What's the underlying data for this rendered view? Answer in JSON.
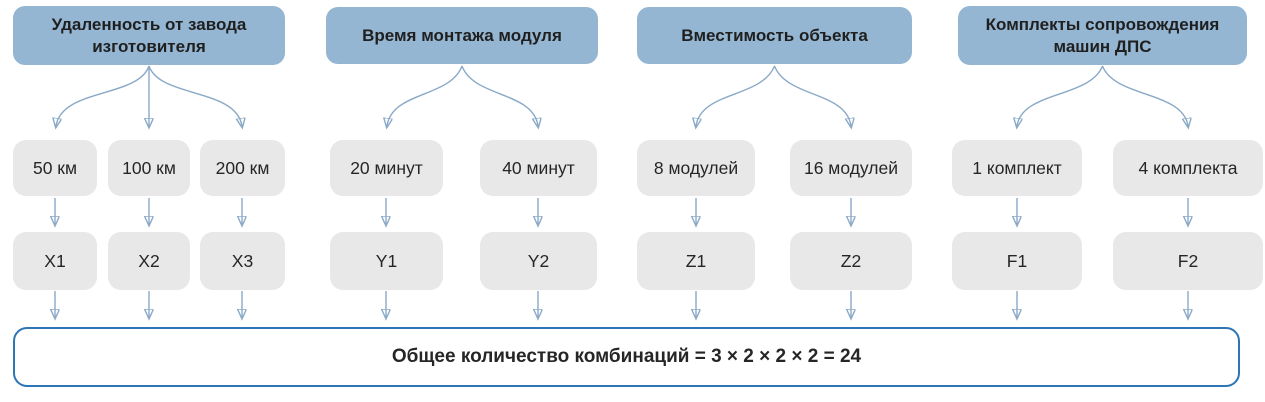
{
  "diagram": {
    "groups": [
      {
        "title": "Удаленность от завода изготовителя",
        "options": [
          "50 км",
          "100 км",
          "200 км"
        ],
        "codes": [
          "X1",
          "X2",
          "X3"
        ]
      },
      {
        "title": "Время монтажа модуля",
        "options": [
          "20 минут",
          "40 минут"
        ],
        "codes": [
          "Y1",
          "Y2"
        ]
      },
      {
        "title": "Вместимость объекта",
        "options": [
          "8 модулей",
          "16 модулей"
        ],
        "codes": [
          "Z1",
          "Z2"
        ]
      },
      {
        "title": "Комплекты сопровождения машин ДПС",
        "options": [
          "1 комплект",
          "4 комплекта"
        ],
        "codes": [
          "F1",
          "F2"
        ]
      }
    ],
    "total_label": "Общее количество комбинаций = 3 × 2 × 2 × 2 = 24",
    "colors": {
      "header_fill": "#94b6d2",
      "option_fill": "#e8e8e8",
      "arrow": "#8aa9c7",
      "arrow_head": "#7d9dc0",
      "total_border": "#2e75b6",
      "text": "#262626"
    }
  }
}
